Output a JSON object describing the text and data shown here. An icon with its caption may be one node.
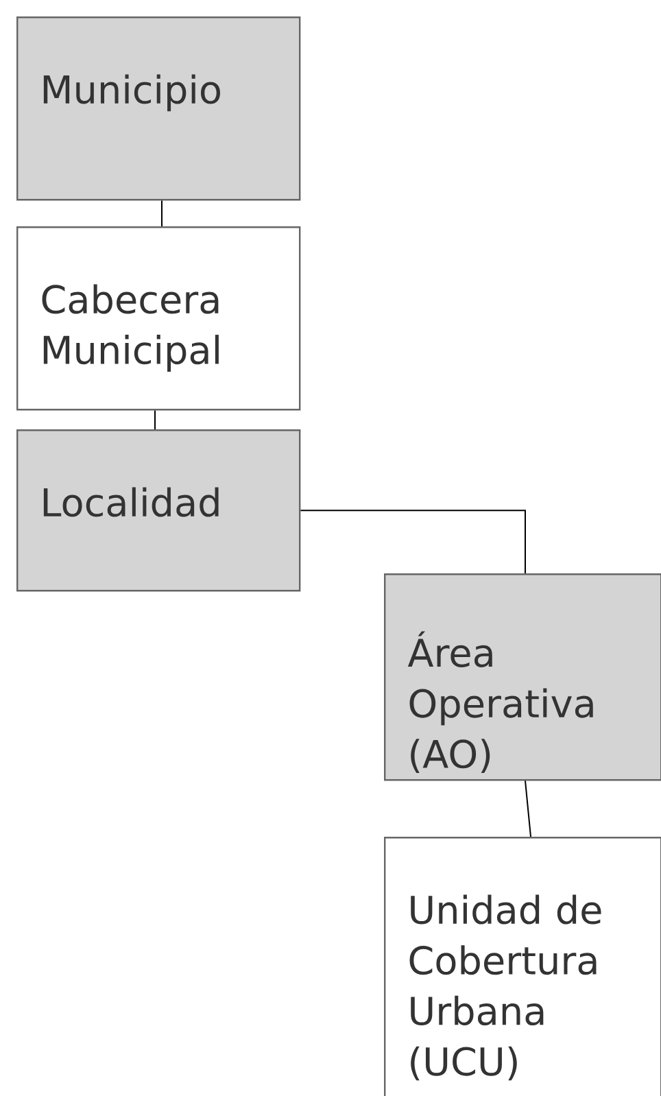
{
  "diagram": {
    "nodes": [
      {
        "text": [
          "Municipio"
        ]
      },
      {
        "text": [
          "Cabecera Municipal"
        ]
      },
      {
        "text": [
          "Localidad"
        ]
      },
      {
        "text": [
          "Área Operativa (AO)"
        ]
      },
      {
        "text": [
          "Unidad de Cobertura Urbana (UCU)"
        ]
      }
    ],
    "edges": [
      {
        "from": 0,
        "to": 1,
        "arrow": "none"
      },
      {
        "from": 1,
        "to": 2,
        "arrow": "none"
      },
      {
        "from": 2,
        "to": 3,
        "arrow": "none"
      },
      {
        "from": 3,
        "to": 4,
        "arrow": "none"
      }
    ]
  }
}
